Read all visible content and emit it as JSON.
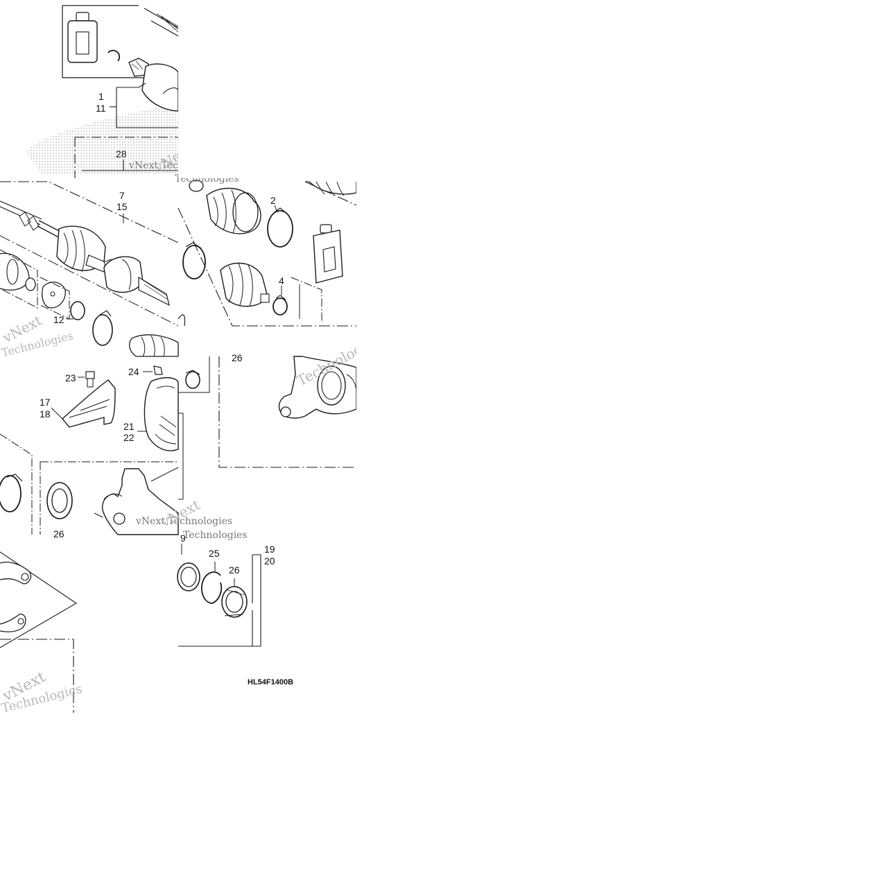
{
  "diagram": {
    "drawing_code": "HL54F1400B",
    "watermark": {
      "brand": "vNext",
      "tagline": "Technologies",
      "long": "vNext Technologies"
    },
    "callouts": {
      "c1": "1",
      "c11": "11",
      "c28": "28",
      "c7": "7",
      "c15": "15",
      "c2": "2",
      "c4": "4",
      "c12": "12",
      "c23": "23",
      "c24": "24",
      "c26a": "26",
      "c17": "17",
      "c18": "18",
      "c21": "21",
      "c22": "22",
      "c26b": "26",
      "c9": "9",
      "c25": "25",
      "c26c": "26",
      "c19": "19",
      "c20": "20"
    },
    "colors": {
      "line": "#1a1a1a",
      "watermark": "#b8b8b8",
      "background": "#ffffff"
    }
  }
}
